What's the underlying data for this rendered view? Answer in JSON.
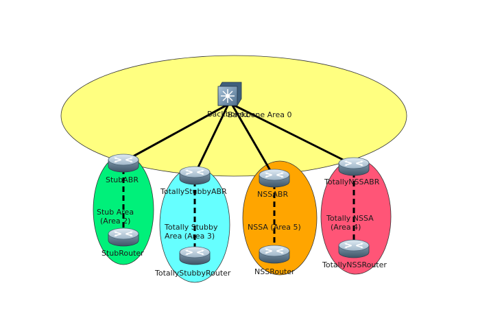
{
  "colors": {
    "backbone": "#ffff80",
    "stub_area": "#00f07a",
    "totally_stubby_area": "#66ffff",
    "nssa_area": "#ffa500",
    "totally_nssa_area": "#ff5577",
    "link_solid": "#000000",
    "link_dashed": "#000000"
  },
  "backbone": {
    "device_label": "Backbone1",
    "area_label": "Backbone Area 0",
    "icon": "multilayer-switch-icon"
  },
  "areas": [
    {
      "id": "stub",
      "label_line1": "Stub Area",
      "label_line2": "(Area 2)",
      "abr": "StubABR",
      "router": "StubRouter"
    },
    {
      "id": "totally-stubby",
      "label_line1": "Totally Stubby",
      "label_line2": "Area (Area 3)",
      "abr": "TotallyStubbyABR",
      "router": "TotallyStubbyRouter"
    },
    {
      "id": "nssa",
      "label_line1": "NSSA (Area 5)",
      "label_line2": "",
      "abr": "NSSABR",
      "router": "NSSRouter"
    },
    {
      "id": "totally-nssa",
      "label_line1": "Totally NSSA",
      "label_line2": "(Area 4)",
      "abr": "TotallyNSSABR",
      "router": "TotallyNSSRouter"
    }
  ],
  "router_icon": "router-icon"
}
